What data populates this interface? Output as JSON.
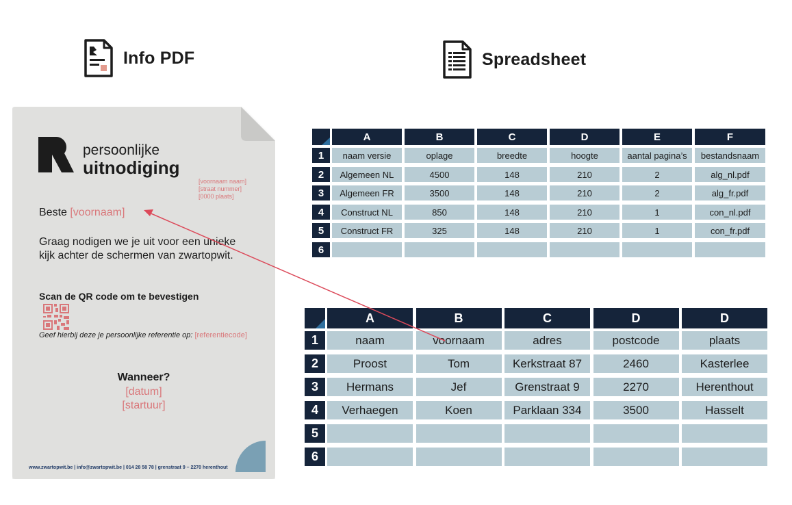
{
  "headings": {
    "pdf_label": "Info PDF",
    "sheet_label": "Spreadsheet"
  },
  "pdf": {
    "brand_line1": "persoonlijke",
    "brand_line2": "uitnodiging",
    "address": [
      "[voornaam naam]",
      "[straat nummer]",
      "[0000 plaats]"
    ],
    "greeting_prefix": "Beste ",
    "greeting_placeholder": "[voornaam]",
    "body": "Graag nodigen we je uit voor een unieke kijk achter de schermen van zwartopwit.",
    "scan_title": "Scan de QR code om te bevestigen",
    "reference_prefix": "Geef hierbij deze je persoonlijke referentie op: ",
    "reference_placeholder": "[referentiecode]",
    "when_title": "Wanneer?",
    "date_placeholder": "[datum]",
    "time_placeholder": "[startuur]",
    "footer": "www.zwartopwit.be  |  info@zwartopwit.be  |  014 28 58 78  |  grenstraat 9 – 2270 herenthout"
  },
  "table_versions": {
    "columns": [
      "A",
      "B",
      "C",
      "D",
      "E",
      "F"
    ],
    "row_numbers": [
      "1",
      "2",
      "3",
      "4",
      "5",
      "6"
    ],
    "rows": [
      [
        "naam versie",
        "oplage",
        "breedte",
        "hoogte",
        "aantal pagina’s",
        "bestandsnaam"
      ],
      [
        "Algemeen NL",
        "4500",
        "148",
        "210",
        "2",
        "alg_nl.pdf"
      ],
      [
        "Algemeen FR",
        "3500",
        "148",
        "210",
        "2",
        "alg_fr.pdf"
      ],
      [
        "Construct NL",
        "850",
        "148",
        "210",
        "1",
        "con_nl.pdf"
      ],
      [
        "Construct FR",
        "325",
        "148",
        "210",
        "1",
        "con_fr.pdf"
      ],
      [
        "",
        "",
        "",
        "",
        "",
        ""
      ]
    ]
  },
  "table_contacts": {
    "columns": [
      "A",
      "B",
      "C",
      "D",
      "D"
    ],
    "row_numbers": [
      "1",
      "2",
      "3",
      "4",
      "5",
      "6"
    ],
    "rows": [
      [
        "naam",
        "voornaam",
        "adres",
        "postcode",
        "plaats"
      ],
      [
        "Proost",
        "Tom",
        "Kerkstraat 87",
        "2460",
        "Kasterlee"
      ],
      [
        "Hermans",
        "Jef",
        "Grenstraat 9",
        "2270",
        "Herenthout"
      ],
      [
        "Verhaegen",
        "Koen",
        "Parklaan 334",
        "3500",
        "Hasselt"
      ],
      [
        "",
        "",
        "",
        "",
        ""
      ],
      [
        "",
        "",
        "",
        "",
        ""
      ]
    ]
  },
  "colors": {
    "accent": "#d9777a",
    "header": "#15243a",
    "cell": "#b8ccd4",
    "paper": "#e0e0de",
    "arrow": "#dc4a5a"
  }
}
